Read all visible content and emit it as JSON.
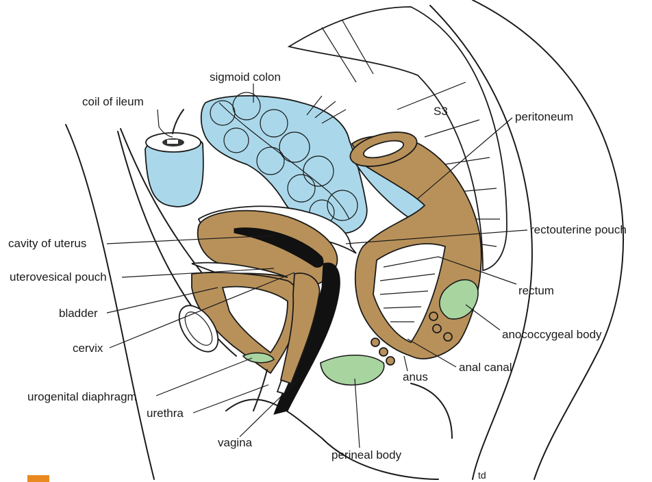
{
  "labels": {
    "coil_of_ileum": "coil of  ileum",
    "sigmoid_colon": "sigmoid colon",
    "s3": "S3",
    "peritoneum": "peritoneum",
    "cavity_of_uterus": "cavity of uterus",
    "rectouterine_pouch": "rectouterine pouch",
    "uterovesical_pouch": "uterovesical pouch",
    "rectum": "rectum",
    "bladder": "bladder",
    "anococcygeal_body": "anococcygeal body",
    "cervix": "cervix",
    "anal_canal": "anal canal",
    "anus": "anus",
    "urogenital_diaphragm": "urogenital diaphragm",
    "urethra": "urethra",
    "vagina": "vagina",
    "perineal_body": "perineal body",
    "initials": "td"
  },
  "colors": {
    "blue_structures": "#aad8ea",
    "brown_structures": "#b8915a",
    "green_structures": "#a8d4a0",
    "outline": "#1a1a1a"
  }
}
